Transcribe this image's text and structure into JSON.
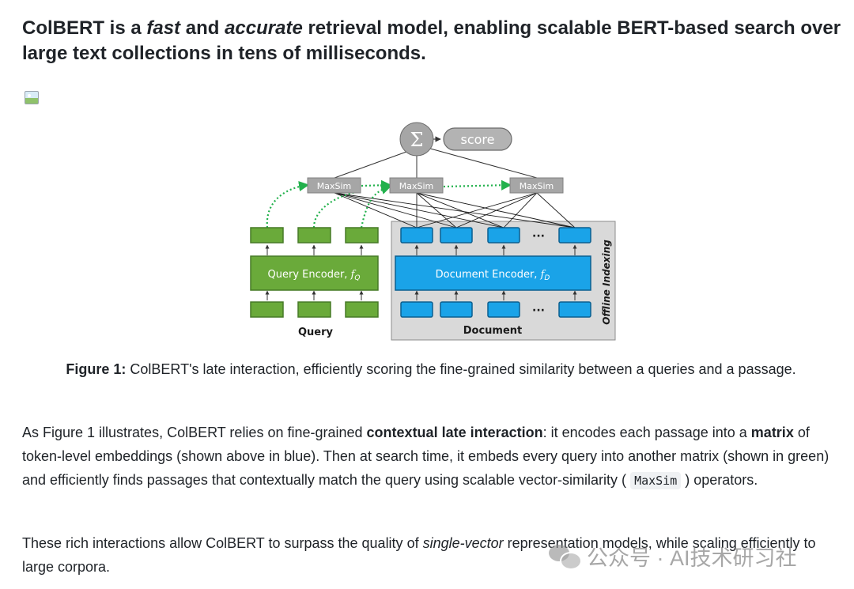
{
  "headline": {
    "part1": "ColBERT is a ",
    "fast": "fast",
    "part2": " and ",
    "accurate": "accurate",
    "part3": " retrieval model, enabling scalable BERT-based search over large text collections in tens of milliseconds."
  },
  "figure": {
    "sum_symbol": "Σ",
    "score_label": "score",
    "maxsim_label": "MaxSim",
    "query_encoder_label": "Query Encoder, ",
    "query_encoder_symbol": "f",
    "query_encoder_sub": "Q",
    "document_encoder_label": "Document Encoder, ",
    "document_encoder_symbol": "f",
    "document_encoder_sub": "D",
    "ellipsis": "···",
    "query_label": "Query",
    "document_label": "Document",
    "offline_label": "Offline Indexing",
    "colors": {
      "query_green": "#6aaa3a",
      "query_green_border": "#467a27",
      "doc_blue": "#1aa3e8",
      "doc_blue_border": "#0b5f8f",
      "gray_box": "#d9d9d9",
      "sum_fill": "#a6a6a6",
      "dotted_green": "#22b14c"
    }
  },
  "caption": {
    "label": "Figure 1:",
    "text": " ColBERT's late interaction, efficiently scoring the fine-grained similarity between a queries and a passage."
  },
  "paragraph1": {
    "t1": "As Figure 1 illustrates, ColBERT relies on fine-grained ",
    "b1": "contextual late interaction",
    "t2": ": it encodes each passage into a ",
    "b2": "matrix",
    "t3": " of token-level embeddings (shown above in blue). Then at search time, it embeds every query into another matrix (shown in green) and efficiently finds passages that contextually match the query using scalable vector-similarity (",
    "code": "MaxSim",
    "t4": ") operators."
  },
  "paragraph2": {
    "t1": "These rich interactions allow ColBERT to surpass the quality of ",
    "em": "single-vector",
    "t2": " representation models, while scaling efficiently to large corpora."
  },
  "watermark": {
    "text": "公众号 · AI技术研习社",
    "icon": "wechat-icon"
  }
}
